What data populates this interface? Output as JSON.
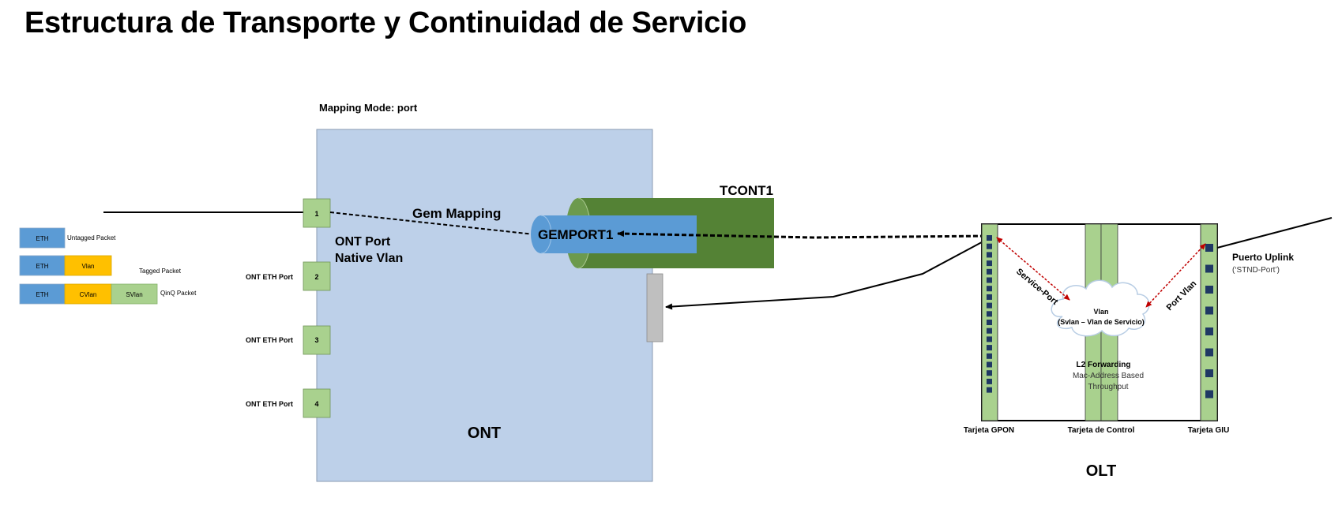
{
  "title": "Estructura de Transporte y Continuidad de Servicio",
  "mapping_mode": "Mapping Mode: port",
  "packets": {
    "untagged": {
      "eth": "ETH",
      "label": "Untagged Packet"
    },
    "tagged": {
      "eth": "ETH",
      "vlan": "Vlan",
      "label": "Tagged Packet"
    },
    "qinq": {
      "eth": "ETH",
      "cvlan": "CVlan",
      "svlan": "SVlan",
      "label": "QinQ Packet"
    }
  },
  "ont": {
    "label": "ONT",
    "port_native_line1": "ONT Port",
    "port_native_line2": "Native Vlan",
    "ports": [
      {
        "num": "1",
        "label": ""
      },
      {
        "num": "2",
        "label": "ONT ETH Port"
      },
      {
        "num": "3",
        "label": "ONT ETH Port"
      },
      {
        "num": "4",
        "label": "ONT ETH Port"
      }
    ],
    "gem_mapping": "Gem Mapping",
    "gemport": "GEMPORT1",
    "tcont": "TCONT1"
  },
  "olt": {
    "label": "OLT",
    "card_gpon": "Tarjeta GPON",
    "card_control": "Tarjeta de Control",
    "card_giu": "Tarjeta GIU",
    "service_port": "Service-Port",
    "port_vlan": "Port Vlan",
    "cloud_line1": "Vlan",
    "cloud_line2": "(Svlan – Vlan de Servicio)",
    "l2_title": "L2 Forwarding",
    "l2_line1": "Mac-Address Based",
    "l2_line2": "Throughput",
    "uplink_title": "Puerto Uplink",
    "uplink_sub": "(‘STND-Port’)"
  },
  "colors": {
    "eth_blue": "#5b9bd5",
    "vlan_yellow": "#ffc000",
    "svlan_green": "#a9d18e",
    "ont_fill": "#bdd0e9",
    "port_green": "#a9d18e",
    "tcont_green": "#548235",
    "gem_blue": "#5b9bd5",
    "card_square": "#1f3864",
    "arrow_red": "#c00000"
  }
}
